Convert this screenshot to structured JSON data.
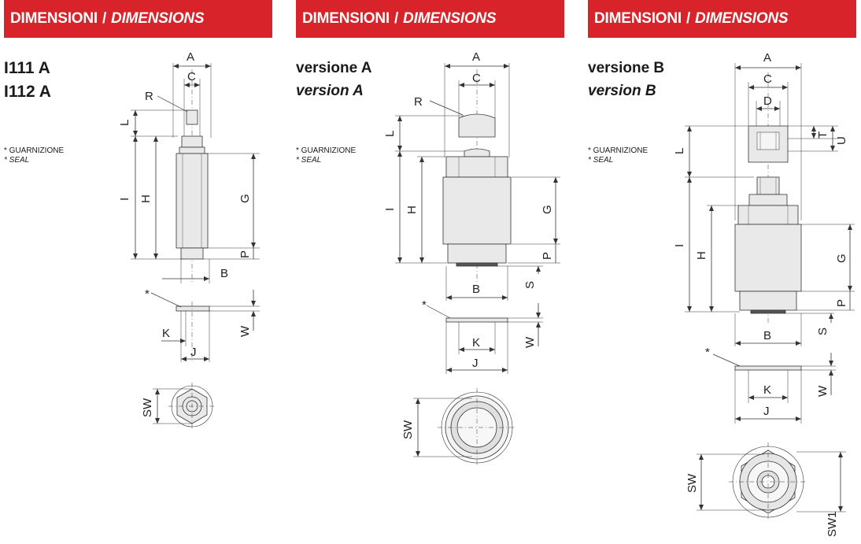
{
  "banners": [
    {
      "dimensioni": "DIMENSIONI",
      "separator": "/",
      "dimensions": "DIMENSIONS"
    },
    {
      "dimensioni": "DIMENSIONI",
      "separator": "/",
      "dimensions": "DIMENSIONS"
    },
    {
      "dimensioni": "DIMENSIONI",
      "separator": "/",
      "dimensions": "DIMENSIONS"
    }
  ],
  "panel1": {
    "model_1": "I111 A",
    "model_2": "I112 A",
    "seal_it": "* GUARNIZIONE",
    "seal_en": "* SEAL"
  },
  "panel2": {
    "version_it": "versione A",
    "version_en": "version A",
    "seal_it": "* GUARNIZIONE",
    "seal_en": "* SEAL"
  },
  "panel3": {
    "version_it": "versione B",
    "version_en": "version B",
    "seal_it": "* GUARNIZIONE",
    "seal_en": "* SEAL"
  },
  "dim_labels": {
    "A": "A",
    "B": "B",
    "C": "C",
    "D": "D",
    "G": "G",
    "H": "H",
    "I": "I",
    "J": "J",
    "K": "K",
    "L": "L",
    "P": "P",
    "R": "R",
    "S": "S",
    "T": "T",
    "U": "U",
    "W": "W",
    "SW": "SW",
    "SW1": "SW1",
    "star": "*"
  },
  "colors": {
    "banner": "#d8232a",
    "banner_text": "#ffffff",
    "line": "#333333",
    "part_fill": "#e9e9e9"
  }
}
